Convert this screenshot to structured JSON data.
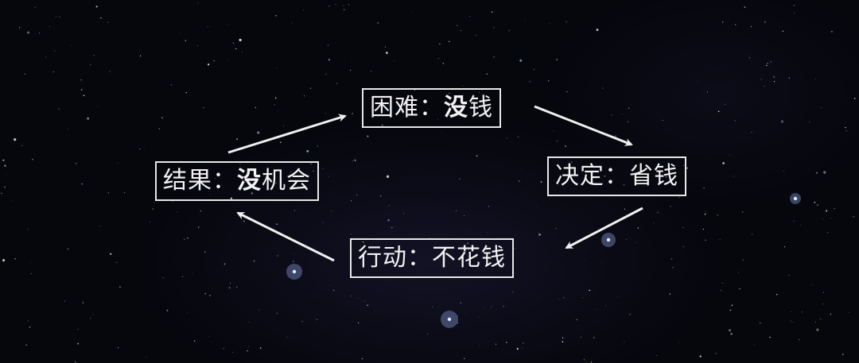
{
  "diagram": {
    "nodes": {
      "difficulty": {
        "label": "困难：",
        "value_emphasis": "没",
        "value_rest": "钱"
      },
      "decision": {
        "label": "决定：",
        "value_emphasis": "",
        "value_rest": "省钱"
      },
      "action": {
        "label": "行动：",
        "value_emphasis": "",
        "value_rest": "不花钱"
      },
      "result": {
        "label": "结果：",
        "value_emphasis": "没",
        "value_rest": "机会"
      }
    },
    "cycle_order": [
      "difficulty",
      "decision",
      "action",
      "result"
    ]
  },
  "colors": {
    "background": "#06060d",
    "foreground": "#f2f2f2",
    "arrow": "#f0f0f0"
  }
}
